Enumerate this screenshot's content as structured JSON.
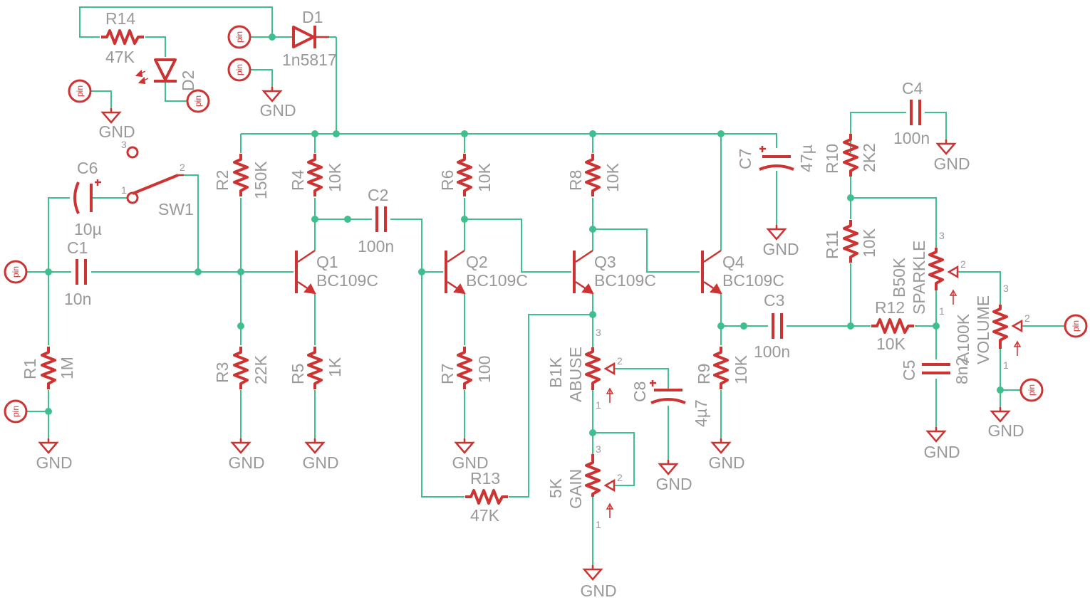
{
  "colors": {
    "wire": "#3fbf8f",
    "part": "#cc3333",
    "label": "#999999",
    "background": "#ffffff"
  },
  "pin_text": "pin",
  "gnd_text": "GND",
  "components": {
    "r1": {
      "name": "R1",
      "value": "1M"
    },
    "r2": {
      "name": "R2",
      "value": "150K"
    },
    "r3": {
      "name": "R3",
      "value": "22K"
    },
    "r4": {
      "name": "R4",
      "value": "10K"
    },
    "r5": {
      "name": "R5",
      "value": "1K"
    },
    "r6": {
      "name": "R6",
      "value": "10K"
    },
    "r7": {
      "name": "R7",
      "value": "100"
    },
    "r8": {
      "name": "R8",
      "value": "10K"
    },
    "r9": {
      "name": "R9",
      "value": "10K"
    },
    "r10": {
      "name": "R10",
      "value": "2K2"
    },
    "r11": {
      "name": "R11",
      "value": "10K"
    },
    "r12": {
      "name": "R12",
      "value": "10K"
    },
    "r13": {
      "name": "R13",
      "value": "47K"
    },
    "r14": {
      "name": "R14",
      "value": "47K"
    },
    "c1": {
      "name": "C1",
      "value": "10n"
    },
    "c2": {
      "name": "C2",
      "value": "100n"
    },
    "c3": {
      "name": "C3",
      "value": "100n"
    },
    "c4": {
      "name": "C4",
      "value": "100n"
    },
    "c5": {
      "name": "C5",
      "value": "8n2"
    },
    "c6": {
      "name": "C6",
      "value": "10µ"
    },
    "c7": {
      "name": "C7",
      "value": "47µ"
    },
    "c8": {
      "name": "C8",
      "value": "4µ7"
    },
    "q1": {
      "name": "Q1",
      "value": "BC109C"
    },
    "q2": {
      "name": "Q2",
      "value": "BC109C"
    },
    "q3": {
      "name": "Q3",
      "value": "BC109C"
    },
    "q4": {
      "name": "Q4",
      "value": "BC109C"
    },
    "d1": {
      "name": "D1",
      "value": "1n5817"
    },
    "d2": {
      "name": "D2"
    },
    "sw1": {
      "name": "SW1",
      "pin1": "1",
      "pin2": "2",
      "pin3": "3"
    },
    "abuse": {
      "name": "ABUSE",
      "value": "B1K"
    },
    "gain": {
      "name": "GAIN",
      "value": "5K"
    },
    "sparkle": {
      "name": "SPARKLE",
      "value": "B50K"
    },
    "volume": {
      "name": "VOLUME",
      "value": "A100K"
    }
  },
  "pot_pins": {
    "p1": "1",
    "p2": "2",
    "p3": "3"
  }
}
